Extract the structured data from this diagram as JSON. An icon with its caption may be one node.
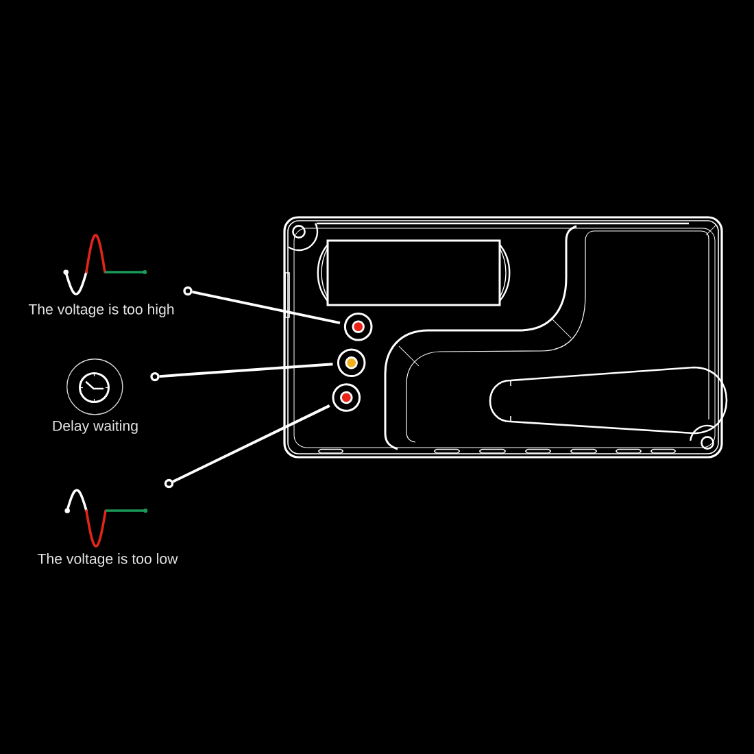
{
  "diagram": {
    "nodes": [
      {
        "text": [
          "The voltage is too high"
        ]
      },
      {
        "text": [
          "Delay waiting"
        ]
      },
      {
        "text": [
          "The voltage is too low"
        ]
      },
      {
        "text": [],
        "shape": "circle"
      },
      {
        "text": [],
        "shape": "circle"
      },
      {
        "text": [],
        "shape": "circle"
      }
    ],
    "edges": [
      {
        "from": 0,
        "to": 3,
        "arrow": "none"
      },
      {
        "from": 1,
        "to": 4,
        "arrow": "none"
      },
      {
        "from": 2,
        "to": 5,
        "arrow": "none"
      }
    ]
  }
}
